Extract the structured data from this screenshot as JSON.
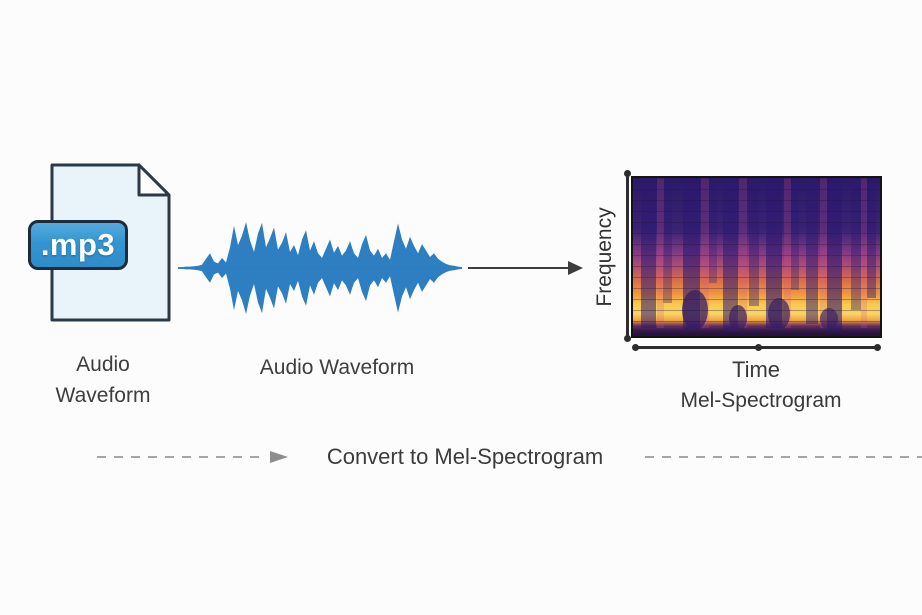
{
  "file_icon": {
    "extension_label": ".mp3",
    "caption_lines": [
      "Audio",
      "Waveform"
    ],
    "badge_color": "#3295d2",
    "document_fill": "#e9f3fa",
    "outline_color": "#2c3947"
  },
  "waveform": {
    "caption": "Audio Waveform",
    "color": "#2d7fc1",
    "amplitudes": [
      0.02,
      0.02,
      0.03,
      0.03,
      0.04,
      0.05,
      0.07,
      0.2,
      0.32,
      0.14,
      0.1,
      0.22,
      0.12,
      0.45,
      0.92,
      0.5,
      0.7,
      1.0,
      0.6,
      0.35,
      0.75,
      0.98,
      0.45,
      0.65,
      0.88,
      0.4,
      0.55,
      0.78,
      0.35,
      0.5,
      0.28,
      0.62,
      0.82,
      0.38,
      0.58,
      0.32,
      0.22,
      0.42,
      0.62,
      0.33,
      0.48,
      0.27,
      0.38,
      0.58,
      0.32,
      0.22,
      0.52,
      0.72,
      0.38,
      0.27,
      0.42,
      0.22,
      0.32,
      0.18,
      0.58,
      0.97,
      0.62,
      0.42,
      0.68,
      0.48,
      0.32,
      0.52,
      0.38,
      0.24,
      0.32,
      0.2,
      0.14,
      0.09,
      0.06,
      0.05,
      0.03,
      0.02
    ]
  },
  "spectrogram": {
    "y_axis_label": "Frequency",
    "x_axis_label": "Time",
    "caption": "Mel-Spectrogram",
    "axis_color": "#2d2d2d",
    "palette": {
      "deep_indigo": "#2b1a68",
      "purple": "#7c3884",
      "magenta": "#b04e74",
      "orange": "#ef9440",
      "yellow": "#f8d060",
      "bottom_dark": "#22103a"
    }
  },
  "flow": {
    "label": "Convert to Mel-Spectrogram",
    "dash_color": "#a6a6a6",
    "arrow_color": "#3d3d3d"
  }
}
